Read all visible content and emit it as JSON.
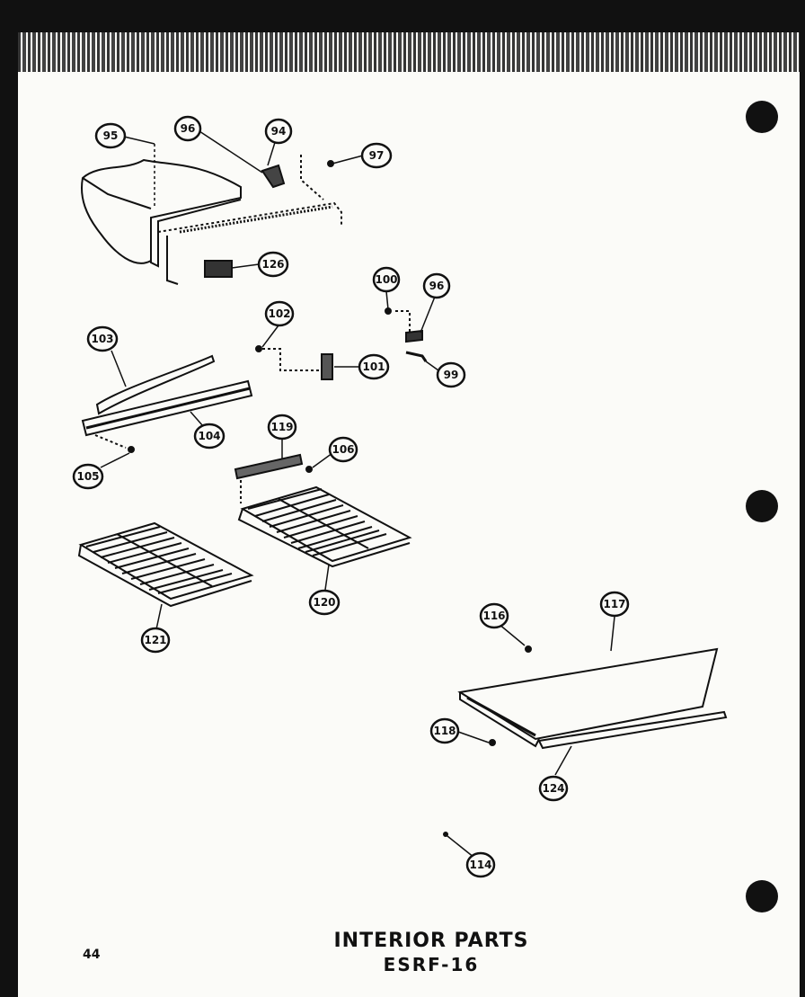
{
  "document": {
    "title": "INTERIOR PARTS",
    "model": "ESRF-16",
    "page_number": "44"
  },
  "callouts": [
    {
      "id": "c95",
      "label": "95"
    },
    {
      "id": "c96a",
      "label": "96"
    },
    {
      "id": "c94",
      "label": "94"
    },
    {
      "id": "c97",
      "label": "97"
    },
    {
      "id": "c126",
      "label": "126"
    },
    {
      "id": "c100",
      "label": "100"
    },
    {
      "id": "c96b",
      "label": "96"
    },
    {
      "id": "c102",
      "label": "102"
    },
    {
      "id": "c103",
      "label": "103"
    },
    {
      "id": "c101",
      "label": "101"
    },
    {
      "id": "c99",
      "label": "99"
    },
    {
      "id": "c104",
      "label": "104"
    },
    {
      "id": "c105",
      "label": "105"
    },
    {
      "id": "c119",
      "label": "119"
    },
    {
      "id": "c106",
      "label": "106"
    },
    {
      "id": "c120",
      "label": "120"
    },
    {
      "id": "c121",
      "label": "121"
    },
    {
      "id": "c116",
      "label": "116"
    },
    {
      "id": "c117",
      "label": "117"
    },
    {
      "id": "c118",
      "label": "118"
    },
    {
      "id": "c124",
      "label": "124"
    },
    {
      "id": "c114",
      "label": "114"
    }
  ]
}
